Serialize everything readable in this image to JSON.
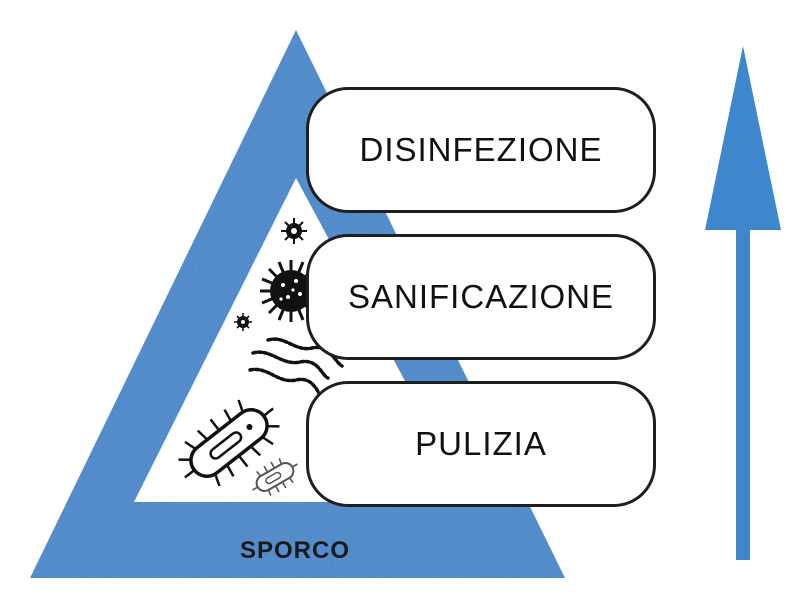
{
  "colors": {
    "triangle": "#3f87cc",
    "arrow": "#3f87cc",
    "outline": "#1f1f1f"
  },
  "levels": [
    {
      "label": "DISINFEZIONE"
    },
    {
      "label": "SANIFICAZIONE"
    },
    {
      "label": "PULIZIA"
    }
  ],
  "base_label": "SPORCO",
  "icons": [
    "virus-icon",
    "bacterium-icon",
    "coronavirus-icon",
    "spirillum-icon"
  ]
}
